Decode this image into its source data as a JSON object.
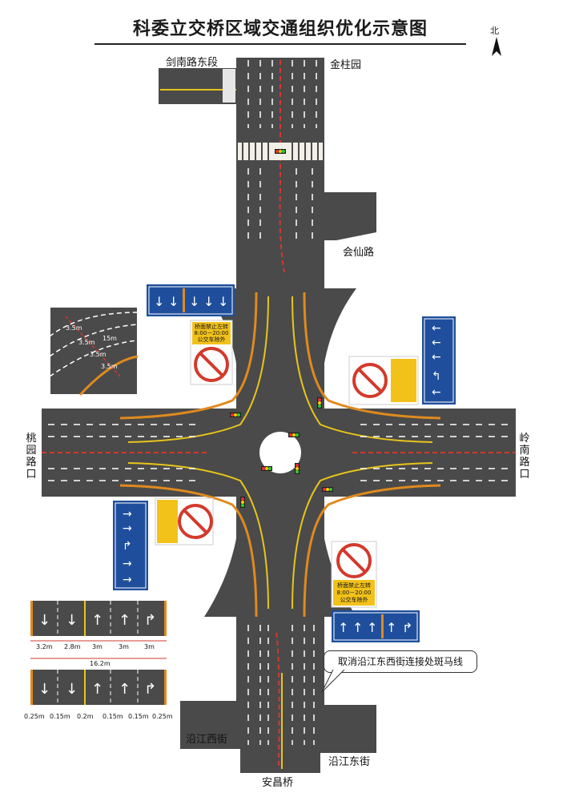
{
  "title": "科委立交桥区域交通组织优化示意图",
  "north": "北",
  "roads": {
    "jiannan_east": "剑南路东段",
    "jinzhuyuan": "金柱园",
    "huixian": "会仙路",
    "taoyuan": "桃园路口",
    "lingnan": "岭南路口",
    "yanjiang_west": "沿江西街",
    "yanjiang_east": "沿江东街",
    "anchang": "安昌桥"
  },
  "callout": "取消沿江东西街连接处斑马线",
  "signs": {
    "no_left_main": "桥面禁止左转",
    "time": "8:00－20:00",
    "bus_exempt": "公交车除外"
  },
  "inset": {
    "lanes": [
      "3.5m",
      "3.5m",
      "3.5m",
      "3.5m"
    ],
    "width": "15m"
  },
  "lane_legend_1": {
    "widths": [
      "3.2m",
      "2.8m",
      "3m",
      "3m",
      "3m"
    ],
    "total": "16.2m"
  },
  "lane_legend_2": {
    "widths": [
      "0.25m",
      "0.15m",
      "0.2m",
      "0.15m",
      "0.15m",
      "0.25m"
    ]
  },
  "colors": {
    "road": "#4a4a4a",
    "sign_blue": "#1f4f9c",
    "sign_yellow": "#f2c21b",
    "marking_yellow": "#e8c51a",
    "marking_orange": "#e08a1e",
    "centerline_red": "#d33a2c"
  }
}
